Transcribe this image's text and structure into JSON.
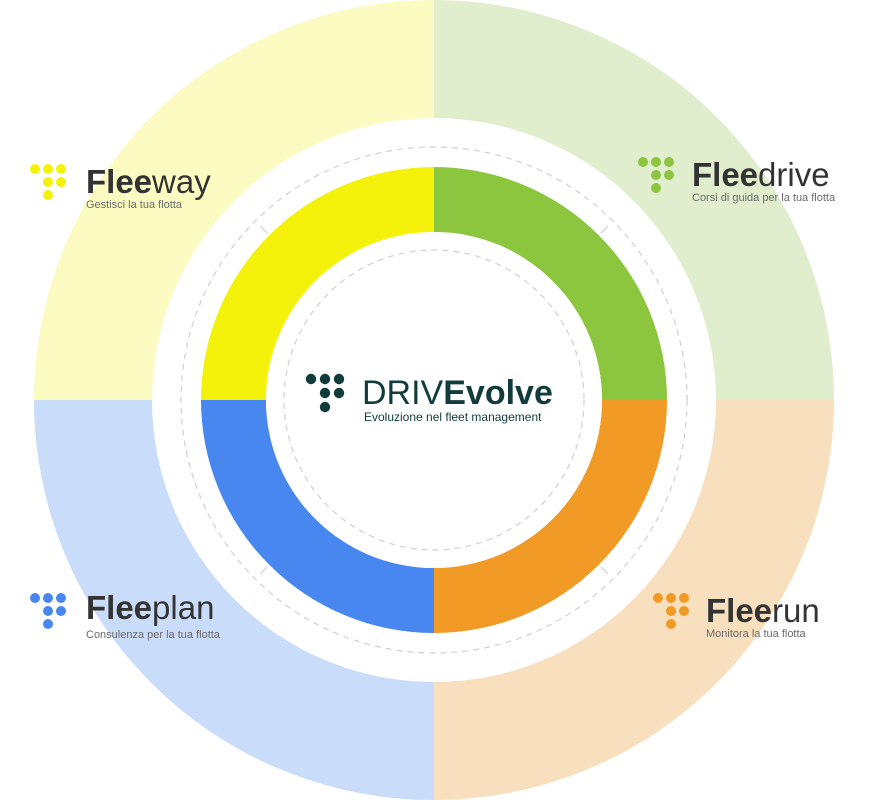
{
  "center": {
    "brand_prefix": "DRIV",
    "brand_suffix": "Evolve",
    "tagline": "Evoluzione nel fleet management",
    "color": "#123c3c"
  },
  "modules": [
    {
      "id": "fleeway",
      "prefix": "Flee",
      "suffix": "way",
      "tagline": "Gestisci la tua flotta",
      "color": "#f4f20a",
      "light_color": "#fbfbc2",
      "icon": "dot-grid-icon"
    },
    {
      "id": "fleedrive",
      "prefix": "Flee",
      "suffix": "drive",
      "tagline": "Corsi di guida per la tua flotta",
      "color": "#8cc63f",
      "light_color": "#e0eecd",
      "icon": "dot-grid-icon"
    },
    {
      "id": "fleerun",
      "prefix": "Flee",
      "suffix": "run",
      "tagline": "Monitora la tua flotta",
      "color": "#f29a26",
      "light_color": "#f8e0be",
      "icon": "dot-grid-icon"
    },
    {
      "id": "fleeplan",
      "prefix": "Flee",
      "suffix": "plan",
      "tagline": "Consulenza per la tua flotta",
      "color": "#4787ef",
      "light_color": "#c9dcf9",
      "icon": "dot-grid-icon"
    }
  ],
  "colors": {
    "text_dark": "#333333",
    "text_muted": "#6b6b6b",
    "dashed_line": "#d0d0d0"
  }
}
